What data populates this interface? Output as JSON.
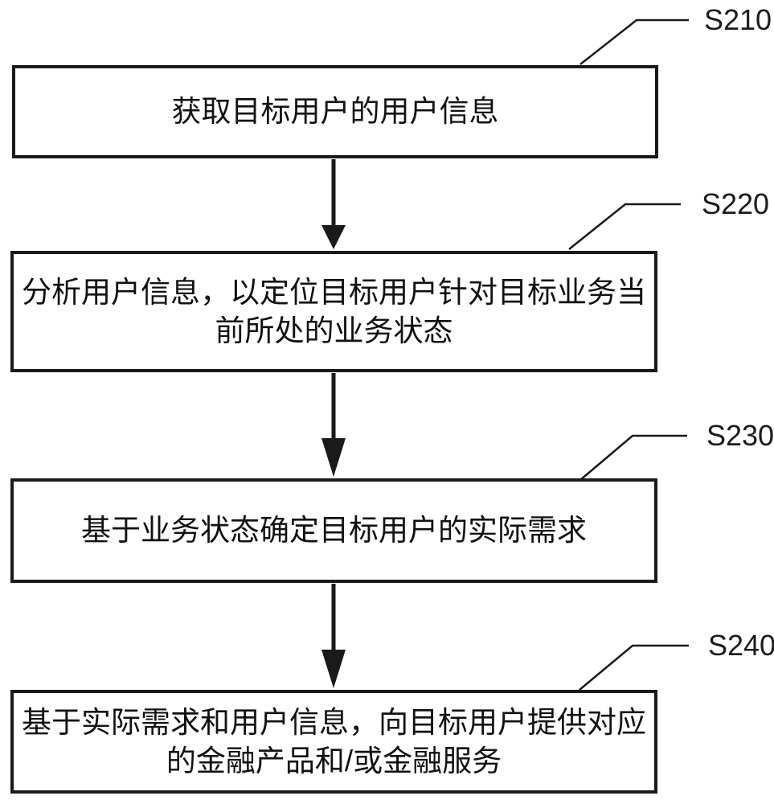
{
  "diagram": {
    "type": "flowchart",
    "background_color": "#ffffff",
    "line_color": "#1a1a1a",
    "steps": [
      {
        "label": "S210",
        "text": "获取目标用户的用户信息"
      },
      {
        "label": "S220",
        "text": "分析用户信息，以定位目标用户针对目标业务当\n前所处的业务状态"
      },
      {
        "label": "S230",
        "text": "基于业务状态确定目标用户的实际需求"
      },
      {
        "label": "S240",
        "text": "基于实际需求和用户信息，向目标用户提供对应\n的金融产品和/或金融服务"
      }
    ]
  }
}
